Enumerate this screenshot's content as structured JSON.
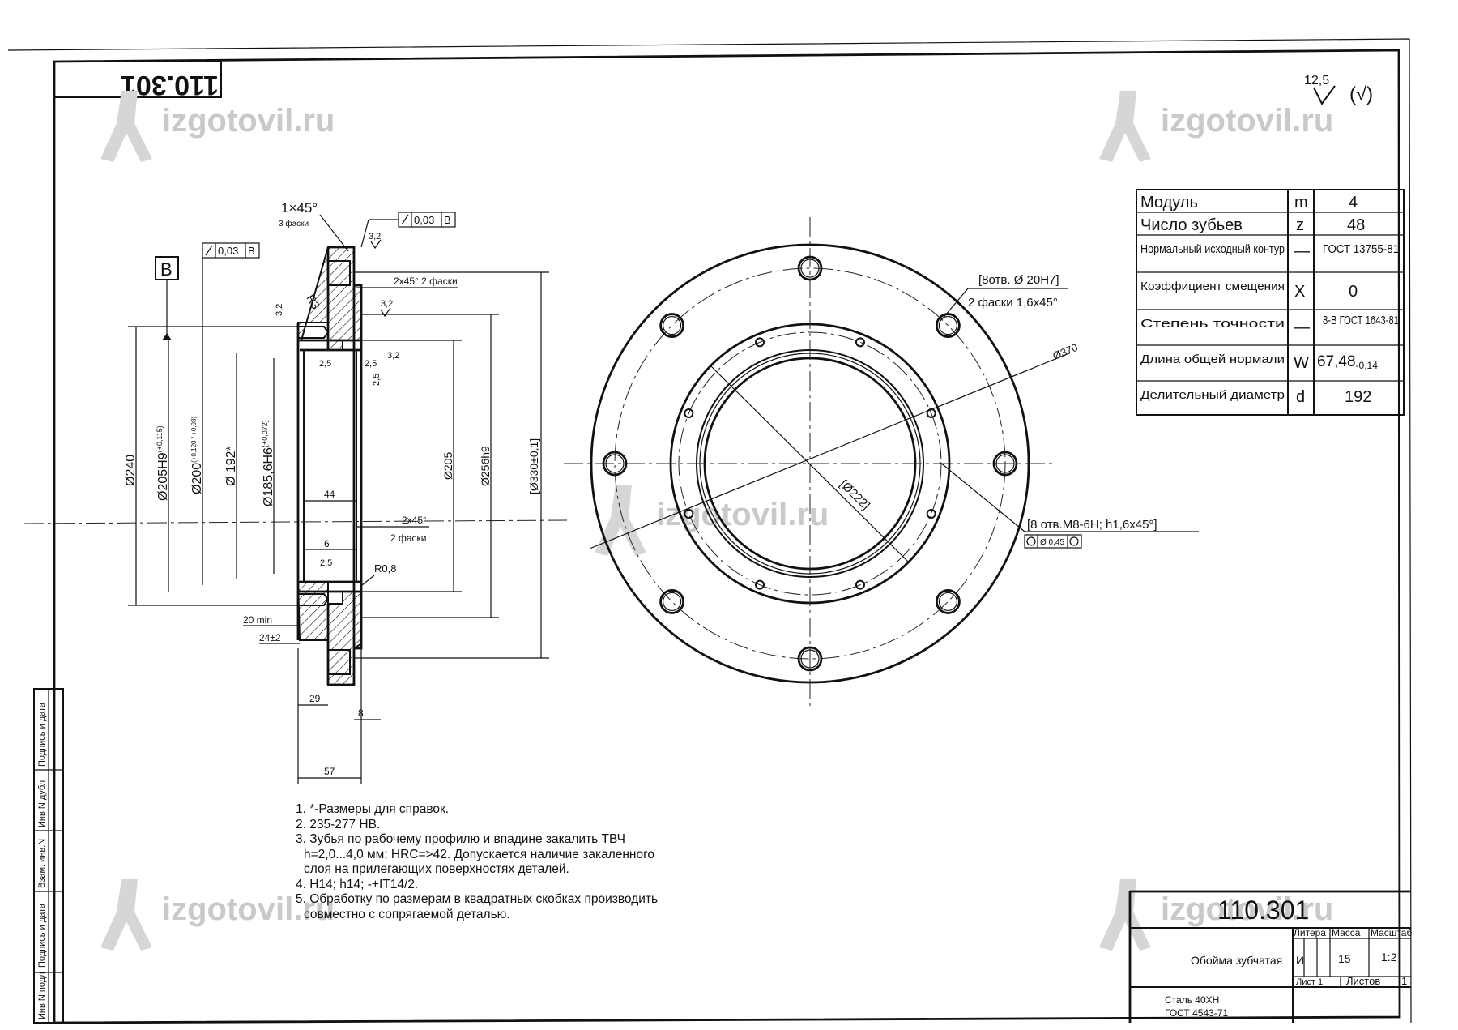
{
  "drawing": {
    "number": "110.301",
    "number_mirrored": "110.301",
    "name": "Обойма зубчатая",
    "material_line1": "Сталь 40ХН",
    "material_line2": "ГОСТ 4543-71",
    "litera_label": "Литера",
    "mass_label": "Масса",
    "scale_label": "Масштаб",
    "litera": "И",
    "mass": "15",
    "scale": "1:2",
    "sheet_label": "Лист 1",
    "sheets_label": "Листов",
    "sheets_count": "1"
  },
  "roughness": {
    "value": "12,5",
    "general": "(√)"
  },
  "watermark": {
    "text": "izgotovil.ru"
  },
  "gear_params": [
    {
      "name": "Модуль",
      "symbol": "m",
      "value": "4"
    },
    {
      "name": "Число зубьев",
      "symbol": "z",
      "value": "48"
    },
    {
      "name": "Нормальный исходный контур",
      "symbol": "—",
      "value": "ГОСТ 13755-81"
    },
    {
      "name": "Коэффициент смещения",
      "symbol": "X",
      "value": "0"
    },
    {
      "name": "Степень точности",
      "symbol": "—",
      "value": "8-В ГОСТ 1643-81"
    },
    {
      "name": "Длина общей нормали",
      "symbol": "W",
      "value": "67,48",
      "tolerance": "-0,14"
    },
    {
      "name": "Делительный диаметр",
      "symbol": "d",
      "value": "192"
    }
  ],
  "section_view": {
    "datum": "B",
    "chamfer_note": "1×45°",
    "chamfer_sub": "3 фаски",
    "tol_flat_1": "0,03",
    "tol_flat_2": "0,03",
    "tol_datum": "B",
    "chamfer_2x45": "2x45° 2 фаски",
    "chamfer_2x45_b": "2x45°",
    "chamfer_2x45_b_sub": "2 фаски",
    "radius_r3": "R3",
    "radius_r08": "R0,8",
    "rough_32": "3,2",
    "rough_25": "2,5",
    "dims": {
      "d240": "Ø240",
      "d205h9": "Ø205H9",
      "d205h9_tol": "(+0,115)",
      "d200": "Ø200",
      "d200_tol": "(+0,120 / +0,08)",
      "d192": "Ø 192*",
      "d1856": "Ø185,6H6",
      "d1856_tol": "(+0,072)",
      "d205": "Ø205",
      "d256h9": "Ø256h9",
      "d330": "[Ø330±0,1]",
      "l44": "44",
      "l6": "6",
      "l20": "20 min",
      "l24": "24±2",
      "l29": "29",
      "l8": "8",
      "l57": "57"
    }
  },
  "front_view": {
    "holes_20": "[8отв. Ø 20H7]",
    "holes_20_chamfer": "2 фаски 1,6x45°",
    "d370": "Ø370",
    "d222": "[Ø222]",
    "holes_m8": "[8 отв.М8-6H; h1,6x45°]",
    "position_tol": "Ø 0,45"
  },
  "notes": [
    "1. *-Размеры для справок.",
    "2. 235-277 HB.",
    "3. Зубья по рабочему профилю и впадине закалить ТВЧ",
    "h=2,0...4,0 мм; HRC=>42. Допускается наличие закаленного",
    "слоя на прилегающих поверхностях деталей.",
    "4. H14; h14; -+IT14/2.",
    "5. Обработку по размерам в квадратных скобках производить",
    "совместно с сопрягаемой деталью."
  ],
  "side_stamp": [
    "Инв.N подл",
    "Подпись и дата",
    "Взам. инв.N",
    "Инв.N дубл",
    "Подпись и дата"
  ]
}
